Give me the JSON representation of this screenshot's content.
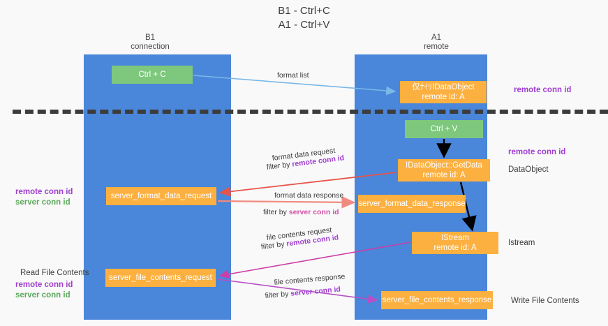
{
  "title": {
    "line1": "B1 - Ctrl+C",
    "line2": "A1 - Ctrl+V"
  },
  "columns": [
    {
      "id": "b1",
      "name": "B1",
      "role": "connection"
    },
    {
      "id": "a1",
      "name": "A1",
      "role": "remote"
    }
  ],
  "colors": {
    "lane": "#4a86d9",
    "green_box": "#7ec87e",
    "orange_box": "#fcb040",
    "background": "#f9f9f9",
    "divider": "#3c3c3c",
    "remote_conn_id": "#a13fd0",
    "server_conn_id": "#5aa85a",
    "arrow_format_list": "#7ab8e8",
    "arrow_format_request": "#e8534a",
    "arrow_format_response": "#f08a80",
    "arrow_file_request": "#cc3fa8",
    "arrow_file_response": "#b84fc7",
    "arrow_black": "#000000"
  },
  "boxes": {
    "ctrl_c": {
      "label": "Ctrl + C",
      "kind": "green"
    },
    "idataobject": {
      "line1": "仅ﾅｲﾘIDataObject",
      "line2": "remote id: A",
      "kind": "orange"
    },
    "ctrl_v": {
      "label": "Ctrl + V",
      "kind": "green"
    },
    "getdata": {
      "line1": "IDataObject::GetData",
      "line2": "remote id: A",
      "kind": "orange"
    },
    "server_format_data_request": {
      "label": "server_format_data_request",
      "kind": "orange"
    },
    "server_format_data_response": {
      "label": "server_format_data_response",
      "kind": "orange"
    },
    "istream": {
      "line1": "IStream",
      "line2": "remote id: A",
      "kind": "orange"
    },
    "server_file_contents_request": {
      "label": "server_file_contents_request",
      "kind": "orange"
    },
    "server_file_contents_response": {
      "label": "server_file_contents_response",
      "kind": "orange"
    }
  },
  "edge_labels": {
    "format_list": "format list",
    "format_data_request": "format data request",
    "format_data_request_filter_prefix": "filter by ",
    "format_data_request_filter_key": "remote conn id",
    "format_data_response": "format data response",
    "format_data_response_filter_prefix": "filter by ",
    "format_data_response_filter_key": "server conn id",
    "file_contents_request": "file contents request",
    "file_contents_request_filter_prefix": "filter by ",
    "file_contents_request_filter_key": "remote conn id",
    "file_contents_response": "file contents response",
    "file_contents_response_filter_prefix": "filter by ",
    "file_contents_response_filter_key": "server conn id"
  },
  "annotations": {
    "right_remote_conn_id_top": "remote conn id",
    "right_remote_conn_id_mid": "remote conn id",
    "dataobject": "DataObject",
    "istream": "Istream",
    "write_file_contents": "Write File Contents",
    "left_remote_conn_id_1": "remote conn id",
    "left_server_conn_id_1": "server conn id",
    "read_file_contents": "Read File Contents",
    "left_remote_conn_id_2": "remote conn id",
    "left_server_conn_id_2": "server conn id"
  }
}
